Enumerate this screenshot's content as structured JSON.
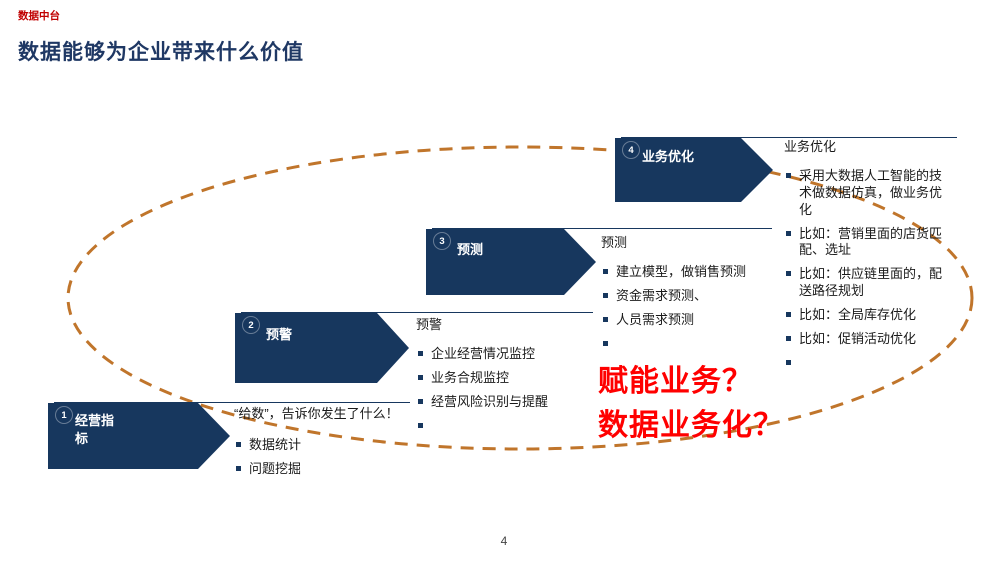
{
  "header": {
    "eyebrow": "数据中台",
    "title": "数据能够为企业带来什么价值"
  },
  "colors": {
    "navy": "#17375E",
    "title": "#1F3864",
    "eyebrow": "#C00000",
    "annotation": "#FF0000",
    "ellipse": "#C0752B"
  },
  "steps": [
    {
      "num": "1",
      "label": "经营指标",
      "desc_title": "“给数”，告诉你发生了什么！",
      "bullets": [
        "数据统计",
        "问题挖掘"
      ]
    },
    {
      "num": "2",
      "label": "预警",
      "desc_title": "预警",
      "bullets": [
        "企业经营情况监控",
        "业务合规监控",
        "经营风险识别与提醒",
        ""
      ]
    },
    {
      "num": "3",
      "label": "预测",
      "desc_title": "预测",
      "bullets": [
        "建立模型，做销售预测",
        "资金需求预测、",
        "人员需求预测",
        ""
      ]
    },
    {
      "num": "4",
      "label": "业务优化",
      "desc_title": "业务优化",
      "bullets": [
        "采用大数据人工智能的技术做数据仿真，做业务优化",
        "比如：营销里面的店货匹配、选址",
        "比如：供应链里面的，配送路径规划",
        "比如：全局库存优化",
        "比如：促销活动优化",
        ""
      ]
    }
  ],
  "annotation": {
    "line1": "赋能业务？",
    "line2": "数据业务化？"
  },
  "meta": {
    "page_number": "4"
  }
}
